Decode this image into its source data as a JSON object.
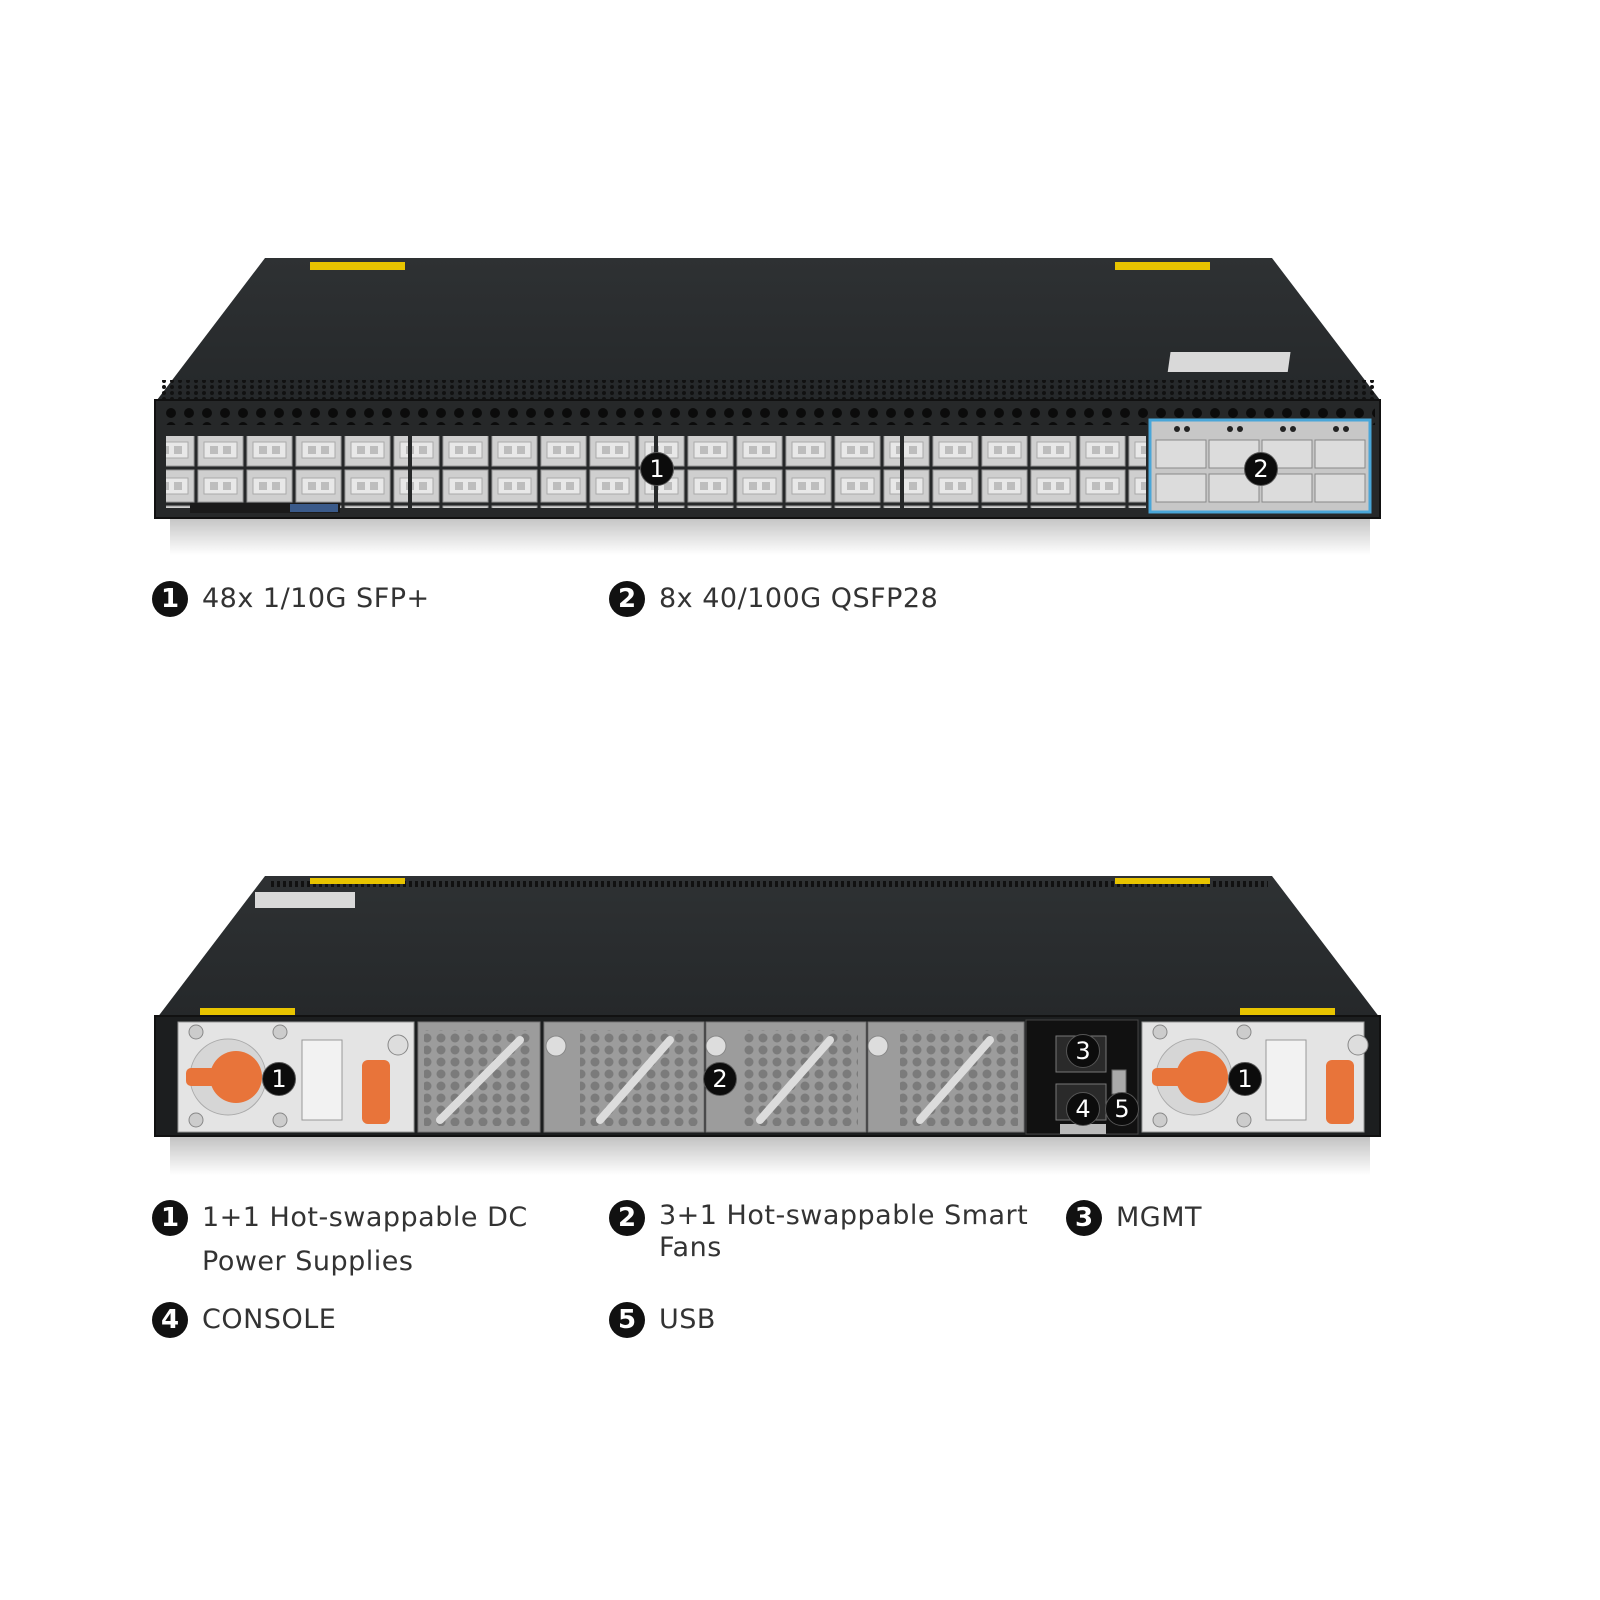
{
  "front_view": {
    "callouts": [
      "1",
      "2"
    ],
    "legend": [
      {
        "num": "1",
        "label": "48x 1/10G SFP+"
      },
      {
        "num": "2",
        "label": "8x 40/100G QSFP28"
      }
    ]
  },
  "rear_view": {
    "callouts": [
      "1",
      "2",
      "3",
      "4",
      "5",
      "1"
    ],
    "legend": [
      {
        "num": "1",
        "label_line1": "1+1 Hot-swappable DC",
        "label_line2": "Power Supplies"
      },
      {
        "num": "2",
        "label_line1": "3+1 Hot-swappable Smart",
        "label_line2": "Fans"
      },
      {
        "num": "3",
        "label": "MGMT"
      },
      {
        "num": "4",
        "label": "CONSOLE"
      },
      {
        "num": "5",
        "label": "USB"
      }
    ]
  },
  "colors": {
    "chassis": "#2b2d2f",
    "highlight_qsfp": "#49a6d8",
    "handle": "#e8743a",
    "warning_label": "#e8c400"
  }
}
